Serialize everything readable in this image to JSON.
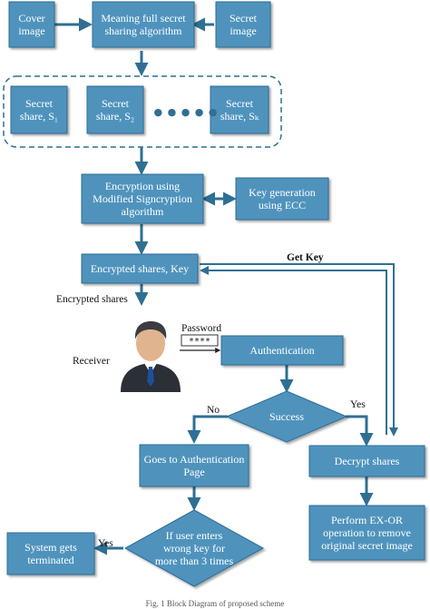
{
  "colors": {
    "box_fill": "#4f93bd",
    "box_stroke": "#2c6d96",
    "arrow": "#2f6f94",
    "dash": "#2f6f94"
  },
  "nodes": {
    "cover_image": [
      "Cover",
      "image"
    ],
    "algorithm": [
      "Meaning full secret",
      "sharing algorithm"
    ],
    "secret_image": [
      "Secret",
      "image"
    ],
    "share1": [
      "Secret",
      "share, S₁"
    ],
    "share2": [
      "Secret",
      "share, S₂"
    ],
    "sharek": [
      "Secret",
      "share, Sₖ"
    ],
    "ellipsis": "● ● ● ● ●",
    "encryption": [
      "Encryption using",
      "Modified Signcryption",
      "algorithm"
    ],
    "keygen": [
      "Key generation",
      "using ECC"
    ],
    "encrypted_key": [
      "Encrypted shares, Key"
    ],
    "authentication": [
      "Authentication"
    ],
    "success": [
      "Success"
    ],
    "goto_auth": [
      "Goes to Authentication",
      "Page"
    ],
    "decrypt": [
      "Decrypt shares"
    ],
    "exor": [
      "Perform EX-OR",
      "operation to remove",
      "original secret image"
    ],
    "wrong_key": [
      "If user enters",
      "wrong key for",
      "more than 3 times"
    ],
    "terminated": [
      "System gets",
      "terminated"
    ]
  },
  "labels": {
    "get_key": "Get Key",
    "encrypted_shares": "Encrypted shares",
    "password": "Password",
    "password_value": "****",
    "receiver": "Receiver",
    "no": "No",
    "yes_right": "Yes",
    "yes_left": "Yes"
  },
  "caption": "Fig. 1 Block Diagram of proposed scheme"
}
